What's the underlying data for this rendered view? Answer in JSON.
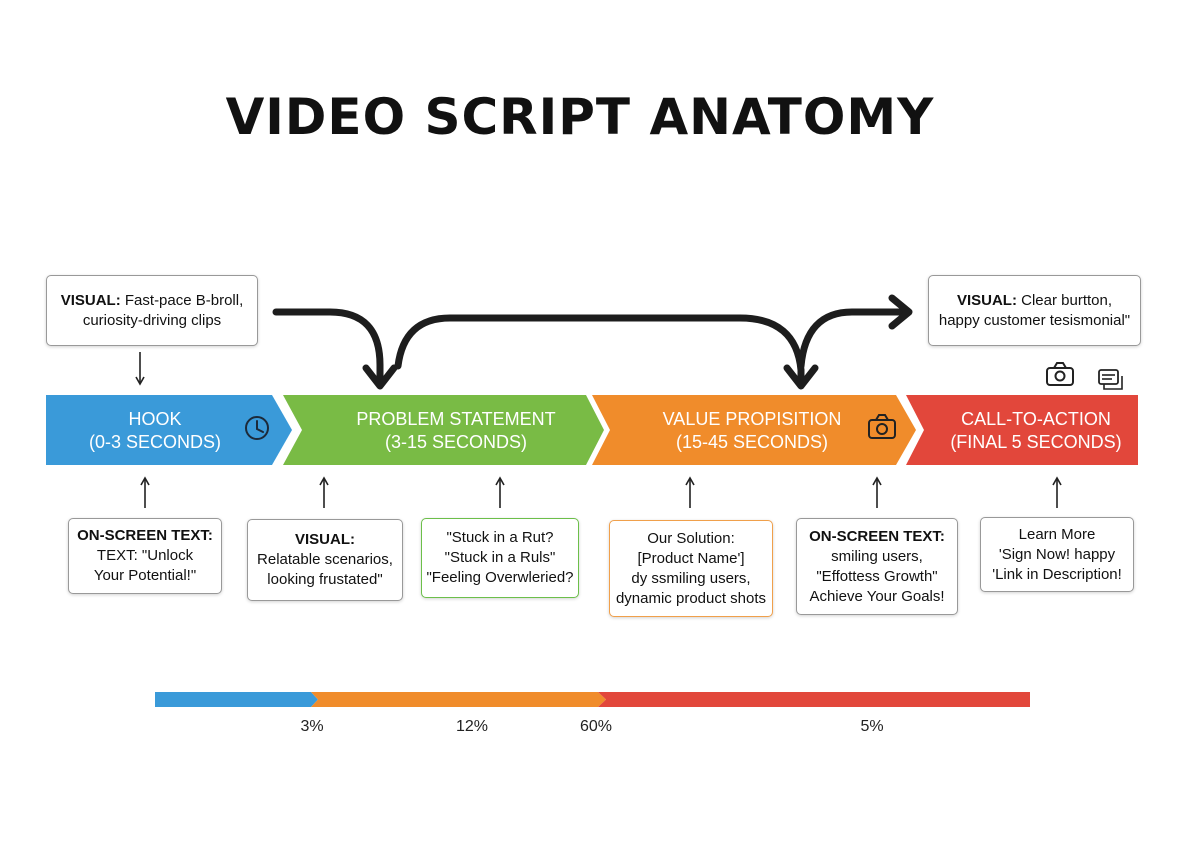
{
  "title": "VIDEO SCRIPT ANATOMY",
  "colors": {
    "hook": "#3a9ad9",
    "problem": "#79bb45",
    "value": "#f08c2b",
    "cta": "#e2473b"
  },
  "segments": [
    {
      "name": "HOOK",
      "time": "(0-3 SECONDS)",
      "icon": "clock-icon"
    },
    {
      "name": "PROBLEM STATEMENT",
      "time": "(3-15 SECONDS)"
    },
    {
      "name": "VALUE PROPISITION",
      "time": "(15-45 SECONDS)",
      "icon": "camera-icon"
    },
    {
      "name": "CALL-TO-ACTION",
      "time": "(FINAL 5 SECONDS)"
    }
  ],
  "top_boxes": {
    "hook": {
      "label": "VISUAL:",
      "line1": "Fast-pace B-broll,",
      "line2": "curiosity-driving clips"
    },
    "cta": {
      "label": "VISUAL:",
      "line1": "Clear burtton,",
      "line2": "happy customer tesismonial\""
    }
  },
  "top_icons": [
    "camera-icon",
    "caption-icon"
  ],
  "bottom_boxes": [
    {
      "lines": [
        "ON-SCREEN TEXT:",
        "TEXT: \"Unlock",
        "Your Potential!\""
      ]
    },
    {
      "lines": [
        "VISUAL:",
        "Relatable scenarios,",
        "looking frustated\""
      ]
    },
    {
      "lines": [
        "\"Stuck in a Rut?",
        "\"Stuck in a Ruls\"",
        "\"Feeling Overwleried?"
      ]
    },
    {
      "lines": [
        "Our Solution:",
        "[Product Name']",
        "dy ssmiling users,",
        "dynamic product shots"
      ]
    },
    {
      "lines": [
        "ON-SCREEN TEXT:",
        "smiling users,",
        "\"Effottess Growth\"",
        "Achieve Your Goals!"
      ]
    },
    {
      "lines": [
        "Learn More",
        "'Sign Now! happy",
        "'Link in Description!"
      ]
    }
  ],
  "timeline": {
    "percents": [
      "3%",
      "12%",
      "60%",
      "5%"
    ]
  }
}
